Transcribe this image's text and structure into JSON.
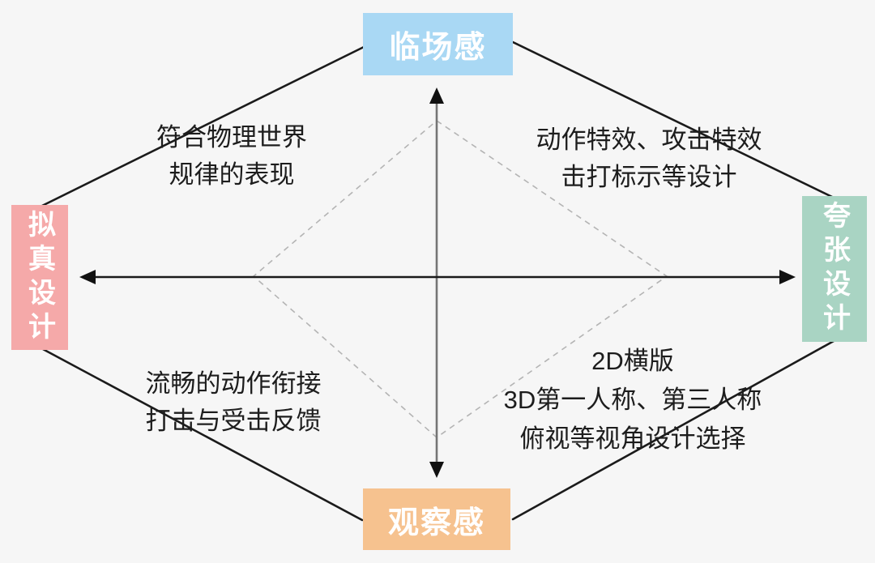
{
  "diagram": {
    "title": "action-game-design-quadrant",
    "axes": {
      "top": {
        "label": "临场感",
        "color": "#A9D8F4"
      },
      "bottom": {
        "label": "观察感",
        "color": "#F6C28F"
      },
      "left": {
        "label": "拟真设计",
        "color": "#F5A9A9"
      },
      "right": {
        "label": "夸张设计",
        "color": "#A9D4C3"
      }
    },
    "quadrants": {
      "top_left": {
        "lines": [
          "符合物理世界",
          "规律的表现"
        ]
      },
      "top_right": {
        "lines": [
          "动作特效、攻击特效",
          "击打标示等设计"
        ]
      },
      "bottom_left": {
        "lines": [
          "流畅的动作衔接",
          "打击与受击反馈"
        ]
      },
      "bottom_right": {
        "lines": [
          "2D横版",
          "3D第一人称、第三人称",
          "俯视等视角设计选择"
        ]
      }
    },
    "colors": {
      "background": "#F6F6F6",
      "solid_line": "#1B1B1B",
      "dashed_line": "#B4B4B4",
      "vertical_axis_line": "#757575",
      "arrowhead": "#111111",
      "text": "#1D1D1D"
    }
  }
}
